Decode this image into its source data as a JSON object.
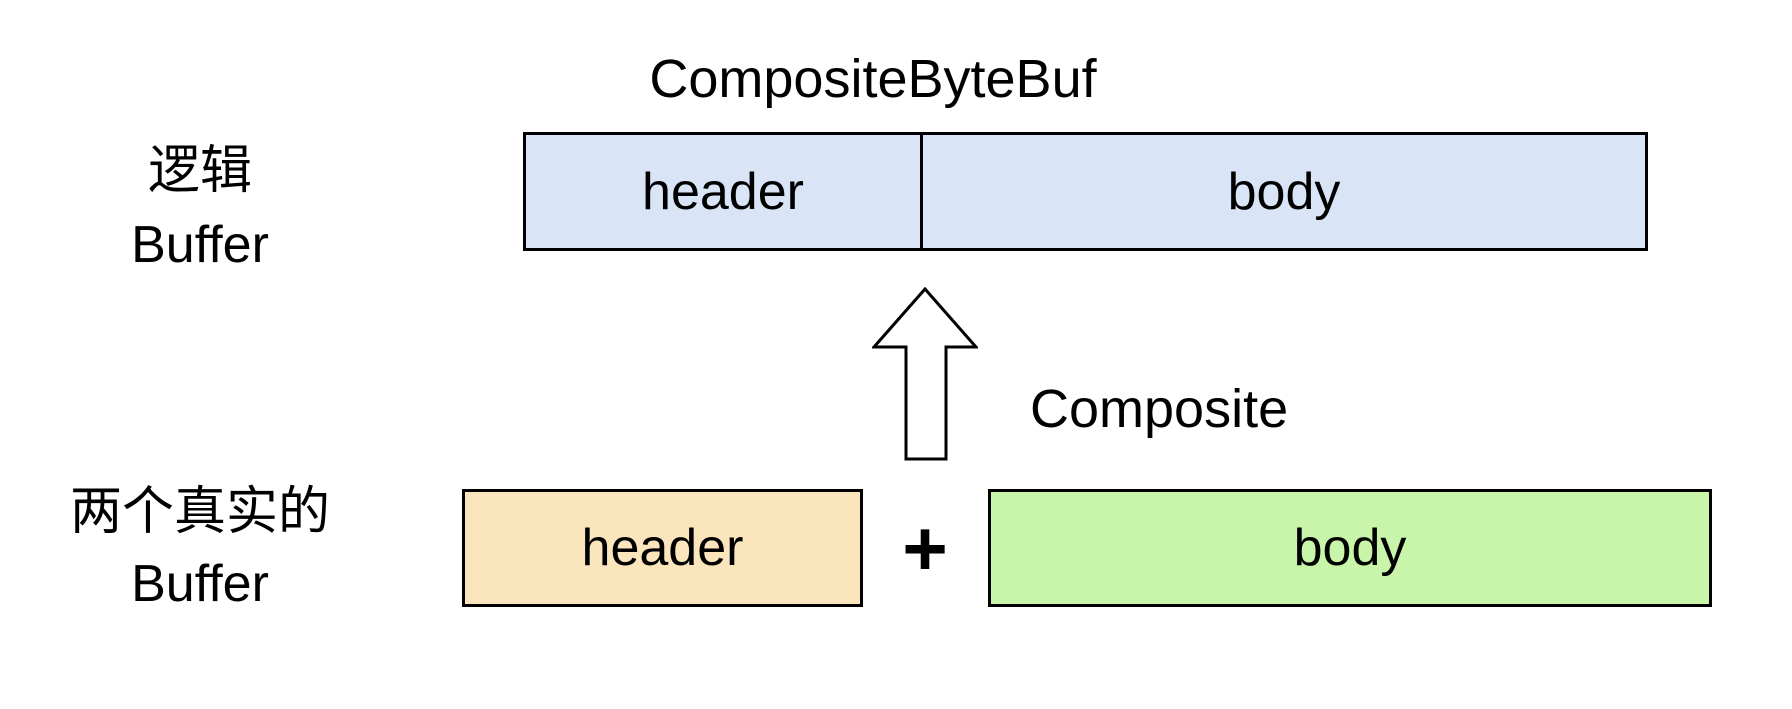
{
  "diagram": {
    "title": "CompositeByteBuf",
    "arrow_label": "Composite",
    "plus_sign": "+",
    "logical_buffer": {
      "label_line1": "逻辑",
      "label_line2": "Buffer",
      "fill": "#d9e5f7",
      "segments": [
        {
          "label": "header"
        },
        {
          "label": "body"
        }
      ]
    },
    "real_buffers": {
      "label_line1": "两个真实的",
      "label_line2": "Buffer",
      "buffers": [
        {
          "label": "header",
          "fill": "#fbe5bd"
        },
        {
          "label": "body",
          "fill": "#c8f5aa"
        }
      ]
    },
    "colors": {
      "border": "#000000",
      "text": "#000000",
      "background": "#ffffff",
      "arrow_fill": "#ffffff"
    }
  }
}
